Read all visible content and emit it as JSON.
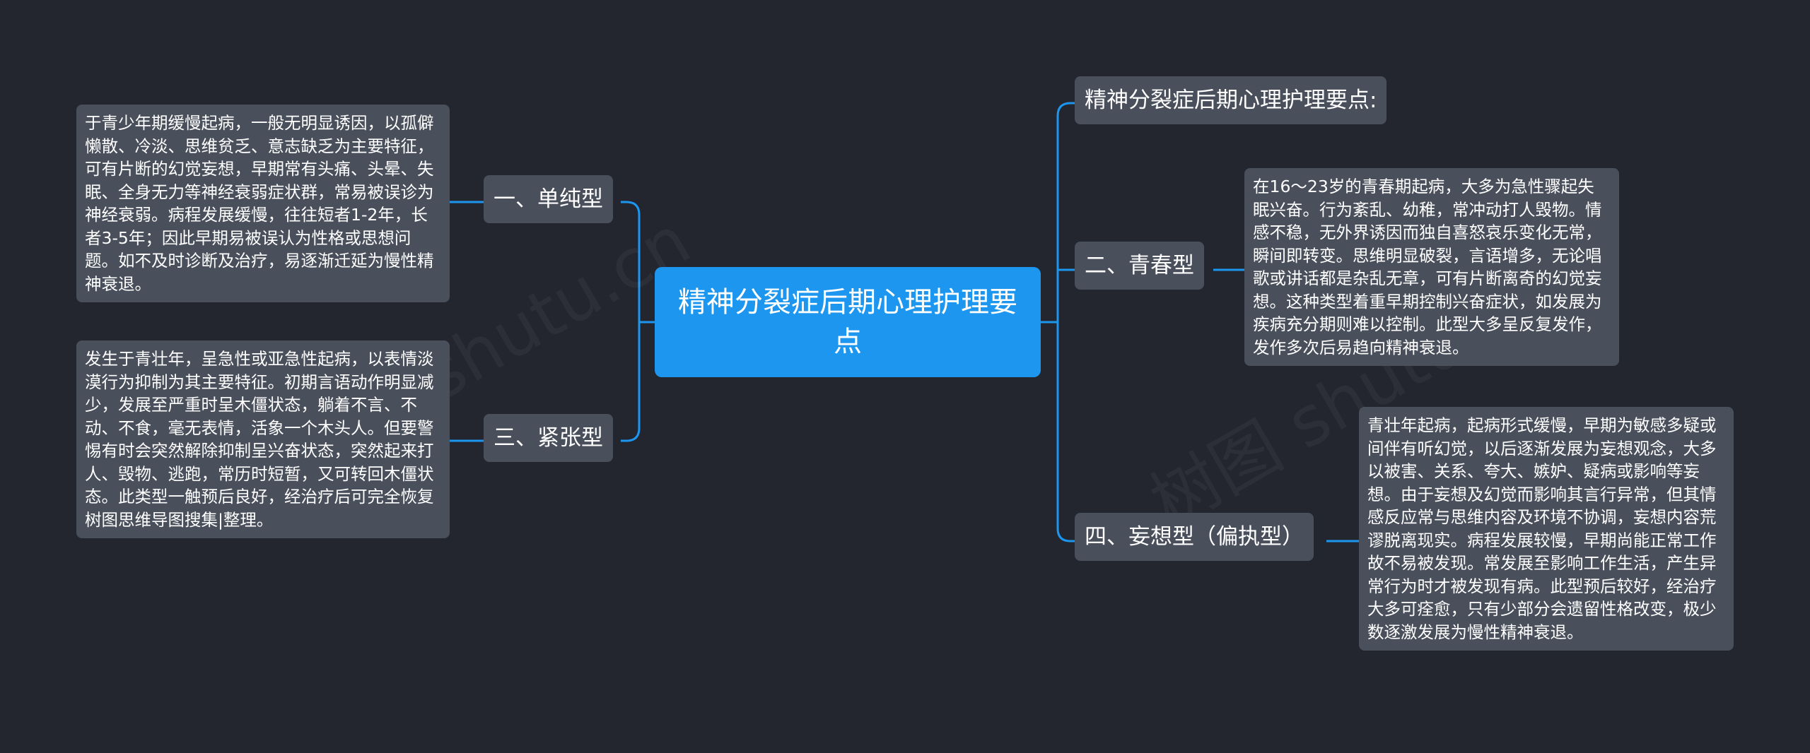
{
  "root": {
    "title": "精神分裂症后期心理护理要点"
  },
  "right": {
    "intro": "精神分裂症后期心理护理要点:",
    "branch2": {
      "label": "二、青春型",
      "detail": "在16～23岁的青春期起病，大多为急性骤起失眠兴奋。行为紊乱、幼稚，常冲动打人毁物。情感不稳，无外界诱因而独自喜怒哀乐变化无常，瞬间即转变。思维明显破裂，言语增多，无论唱歌或讲话都是杂乱无章，可有片断离奇的幻觉妄想。这种类型着重早期控制兴奋症状，如发展为疾病充分期则难以控制。此型大多呈反复发作，发作多次后易趋向精神衰退。"
    },
    "branch4": {
      "label": "四、妄想型（偏执型）",
      "detail": "青壮年起病，起病形式缓慢，早期为敏感多疑或间伴有听幻觉，以后逐渐发展为妄想观念，大多以被害、关系、夸大、嫉妒、疑病或影响等妄想。由于妄想及幻觉而影响其言行异常，但其情感反应常与思维内容及环境不协调，妄想内容荒谬脱离现实。病程发展较慢，早期尚能正常工作故不易被发现。常发展至影响工作生活，产生异常行为时才被发现有病。此型预后较好，经治疗大多可痊愈，只有少部分会遗留性格改变，极少数逐激发展为慢性精神衰退。"
    }
  },
  "left": {
    "branch1": {
      "label": "一、单纯型",
      "detail": "于青少年期缓慢起病，一般无明显诱因，以孤僻懒散、冷淡、思维贫乏、意志缺乏为主要特征，可有片断的幻觉妄想，早期常有头痛、头晕、失眠、全身无力等神经衰弱症状群，常易被误诊为神经衰弱。病程发展缓慢，往往短者1-2年，长者3-5年；因此早期易被误认为性格或思想问题。如不及时诊断及治疗，易逐渐迁延为慢性精神衰退。"
    },
    "branch3": {
      "label": "三、紧张型",
      "detail": "发生于青壮年，呈急性或亚急性起病，以表情淡漠行为抑制为其主要特征。初期言语动作明显减少，发展至严重时呈木僵状态，躺着不言、不动、不食，毫无表情，活象一个木头人。但要警惕有时会突然解除抑制呈兴奋状态，突然起来打人、毁物、逃跑，常历时短暂，又可转回木僵状态。此类型一触预后良好，经治疗后可完全恢复树图思维导图搜集|整理。"
    }
  },
  "colors": {
    "background": "#23262f",
    "root": "#1d96f0",
    "node": "#4a4f5c",
    "connector": "#1d96f0"
  }
}
